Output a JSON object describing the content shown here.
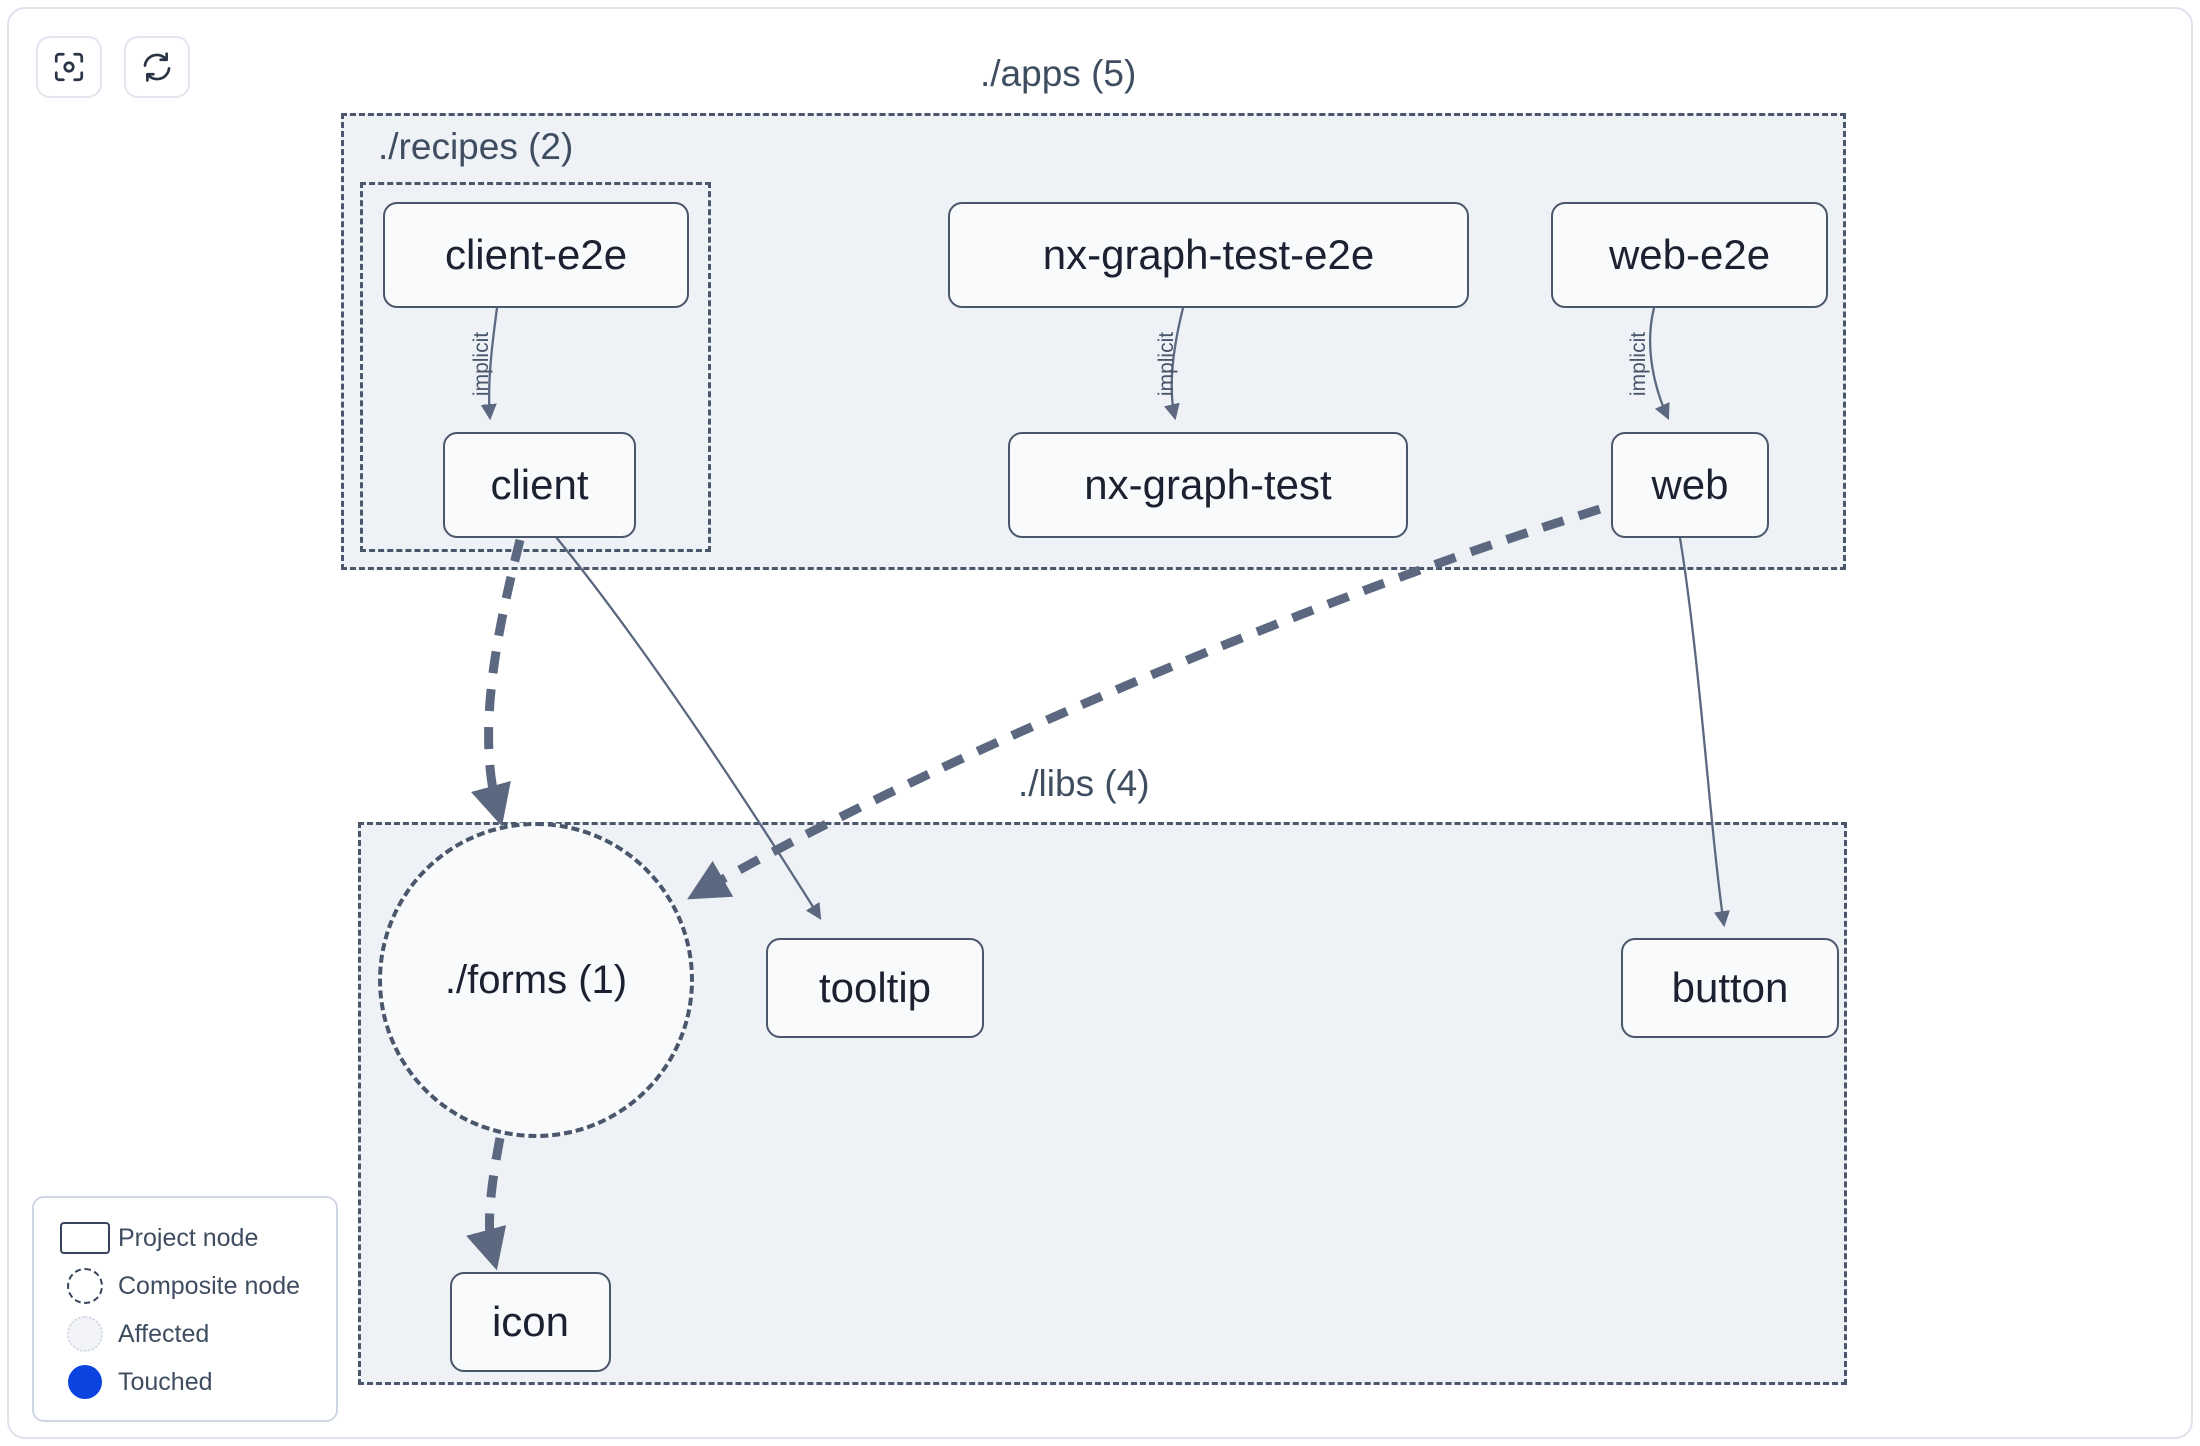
{
  "toolbar": {
    "buttons": [
      {
        "name": "focus-graph-button",
        "icon": "focus-target-icon",
        "label": ""
      },
      {
        "name": "refresh-graph-button",
        "icon": "refresh-icon",
        "label": ""
      }
    ]
  },
  "graph": {
    "groups": [
      {
        "id": "apps",
        "label": "./apps (5)",
        "count": 5
      },
      {
        "id": "recipes",
        "label": "./recipes (2)",
        "count": 2
      },
      {
        "id": "libs",
        "label": "./libs (4)",
        "count": 4
      }
    ],
    "nodes": [
      {
        "id": "client-e2e",
        "label": "client-e2e",
        "type": "project",
        "group": "recipes"
      },
      {
        "id": "client",
        "label": "client",
        "type": "project",
        "group": "recipes"
      },
      {
        "id": "nx-graph-test-e2e",
        "label": "nx-graph-test-e2e",
        "type": "project",
        "group": "apps"
      },
      {
        "id": "nx-graph-test",
        "label": "nx-graph-test",
        "type": "project",
        "group": "apps"
      },
      {
        "id": "web-e2e",
        "label": "web-e2e",
        "type": "project",
        "group": "apps"
      },
      {
        "id": "web",
        "label": "web",
        "type": "project",
        "group": "apps"
      },
      {
        "id": "forms",
        "label": "./forms (1)",
        "type": "composite",
        "group": "libs"
      },
      {
        "id": "tooltip",
        "label": "tooltip",
        "type": "project",
        "group": "libs"
      },
      {
        "id": "button",
        "label": "button",
        "type": "project",
        "group": "libs"
      },
      {
        "id": "icon",
        "label": "icon",
        "type": "project",
        "group": "libs"
      }
    ],
    "edges": [
      {
        "from": "client-e2e",
        "to": "client",
        "label": "implicit",
        "style": "solid"
      },
      {
        "from": "nx-graph-test-e2e",
        "to": "nx-graph-test",
        "label": "implicit",
        "style": "solid"
      },
      {
        "from": "web-e2e",
        "to": "web",
        "label": "implicit",
        "style": "solid"
      },
      {
        "from": "client",
        "to": "forms",
        "label": "",
        "style": "dashed"
      },
      {
        "from": "client",
        "to": "tooltip",
        "label": "",
        "style": "solid"
      },
      {
        "from": "web",
        "to": "forms",
        "label": "",
        "style": "dashed"
      },
      {
        "from": "web",
        "to": "button",
        "label": "",
        "style": "solid"
      },
      {
        "from": "forms",
        "to": "icon",
        "label": "",
        "style": "dashed"
      }
    ]
  },
  "legend": {
    "items": [
      {
        "mark": "project-node-swatch",
        "label": "Project node"
      },
      {
        "mark": "composite-node-swatch",
        "label": "Composite node"
      },
      {
        "mark": "affected-swatch",
        "label": "Affected"
      },
      {
        "mark": "touched-swatch",
        "label": "Touched"
      }
    ]
  },
  "colors": {
    "group_fill": "#eef1f6",
    "group_border": "#4a566b",
    "node_fill": "#f8fafc",
    "node_border": "#4a566b",
    "node_text": "#1b2130",
    "edge": "#4a566b",
    "touched": "#0a43e0",
    "panel_border": "#dfe3ec"
  }
}
